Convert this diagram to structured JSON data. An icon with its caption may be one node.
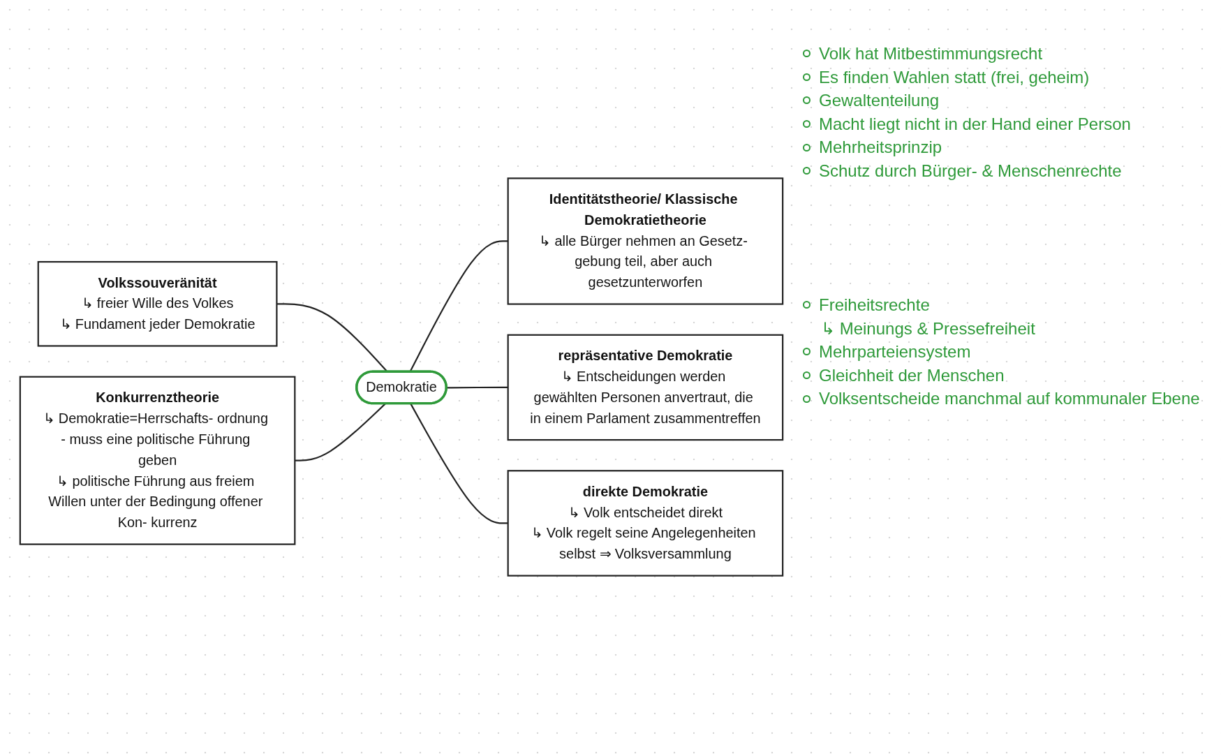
{
  "diagram": {
    "nodes": [
      {
        "text": [
          "Demokratie"
        ]
      },
      {
        "text": [
          "Volkssouveränität",
          "↳ freier Wille des Volkes",
          "↳ Fundament jeder Demokratie"
        ]
      },
      {
        "text": [
          "Identitätstheorie/ Klassische Demokratietheorie",
          "↳ alle Bürger nehmen an Gesetz- gebung teil, aber auch gesetzunterworfen"
        ]
      },
      {
        "text": [
          "repräsentative Demokratie",
          "↳ Entscheidungen werden gewählten Personen anvertraut, die in einem Parlament zusammentreffen"
        ]
      },
      {
        "text": [
          "direkte Demokratie",
          "↳ Volk entscheidet direkt",
          "↳ Volk regelt seine Angelegenheiten selbst ⇒ Volksversammlung"
        ]
      },
      {
        "text": [
          "Konkurrenztheorie",
          "↳ Demokratie=Herrschafts- ordnung - muss eine politische Führung geben",
          "↳ politische Führung aus freiem Willen unter der Bedingung offener Kon- kurrenz"
        ]
      }
    ],
    "edges": [
      {
        "from": 1,
        "to": 0,
        "arrow": "none"
      },
      {
        "from": 0,
        "to": 2,
        "arrow": "none"
      },
      {
        "from": 0,
        "to": 3,
        "arrow": "none"
      },
      {
        "from": 0,
        "to": 4,
        "arrow": "none"
      },
      {
        "from": 5,
        "to": 0,
        "arrow": "none"
      }
    ],
    "labels": [
      "Volk hat Mitbestimmungsrecht",
      "Es finden Wahlen statt (frei, geheim)",
      "Gewaltenteilung",
      "Macht liegt nicht in der Hand einer Person",
      "Mehrheitsprinzip",
      "Schutz durch Bürger- & Menschenrechte",
      "Freiheitsrechte",
      "↳ Meinungs & Pressefreiheit",
      "Mehrparteiensystem",
      "Gleichheit der Menschen",
      "Volksentscheide manchmal auf kommunaler Ebene"
    ]
  }
}
